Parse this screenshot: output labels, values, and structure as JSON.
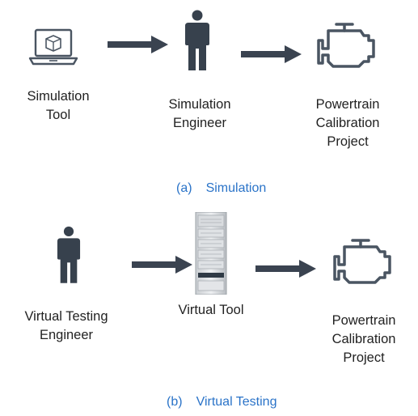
{
  "panel_a": {
    "nodes": [
      {
        "icon": "laptop-icon",
        "label_lines": [
          "Simulation",
          "Tool"
        ]
      },
      {
        "icon": "person-icon",
        "label_lines": [
          "Simulation",
          "Engineer"
        ]
      },
      {
        "icon": "engine-icon",
        "label_lines": [
          "Powertrain",
          "Calibration",
          "Project"
        ]
      }
    ],
    "caption_letter": "(a)",
    "caption_text": "Simulation"
  },
  "panel_b": {
    "nodes": [
      {
        "icon": "person-icon",
        "label_lines": [
          "Virtual Testing",
          "Engineer"
        ]
      },
      {
        "icon": "server-rack-icon",
        "label_lines": [
          "Virtual Tool"
        ]
      },
      {
        "icon": "engine-icon",
        "label_lines": [
          "Powertrain",
          "Calibration",
          "Project"
        ]
      }
    ],
    "caption_letter": "(b)",
    "caption_text": "Virtual Testing"
  },
  "colors": {
    "icon": "#37414d",
    "arrow": "#3a4350",
    "caption": "#2a73c8",
    "text": "#222222"
  }
}
